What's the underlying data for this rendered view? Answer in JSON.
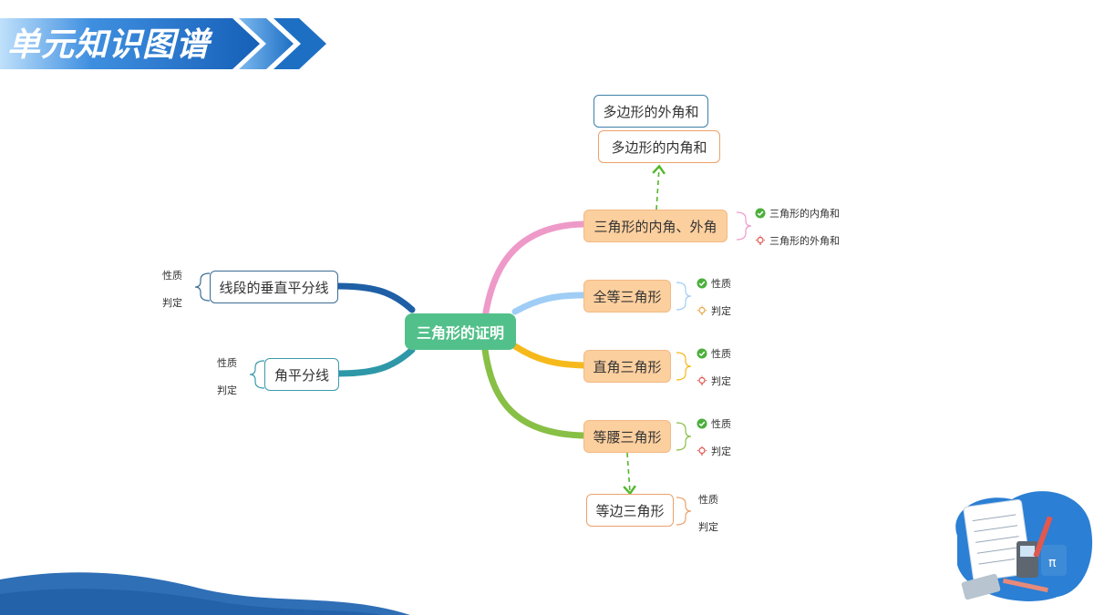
{
  "header": {
    "title": "单元知识图谱"
  },
  "mindmap": {
    "central": "三角形的证明",
    "left": [
      {
        "label": "线段的垂直平分线",
        "subs": [
          "性质",
          "判定"
        ]
      },
      {
        "label": "角平分线",
        "subs": [
          "性质",
          "判定"
        ]
      }
    ],
    "right": [
      {
        "label": "三角形的内角、外角",
        "subs": [
          "三角形的内角和",
          "三角形的外角和"
        ]
      },
      {
        "label": "全等三角形",
        "subs": [
          "性质",
          "判定"
        ]
      },
      {
        "label": "直角三角形",
        "subs": [
          "性质",
          "判定"
        ]
      },
      {
        "label": "等腰三角形",
        "subs": [
          "性质",
          "判定"
        ]
      }
    ],
    "top_related": [
      "多边形的外角和",
      "多边形的内角和"
    ],
    "bottom_related": {
      "label": "等边三角形",
      "subs": [
        "性质",
        "判定"
      ]
    }
  },
  "icons": {
    "check": "check-circle-icon",
    "bulb": "lightbulb-icon",
    "illustration": "math-stationery-illustration"
  },
  "colors": {
    "central": "#52c08a",
    "branch_pink": "#ee9ac9",
    "branch_lightblue": "#9fcdf5",
    "branch_yellow": "#f6b91c",
    "branch_green": "#88bf45",
    "branch_navy": "#1f5fa6",
    "branch_teal": "#2e98a8",
    "header_blue": "#1d6fc4"
  }
}
